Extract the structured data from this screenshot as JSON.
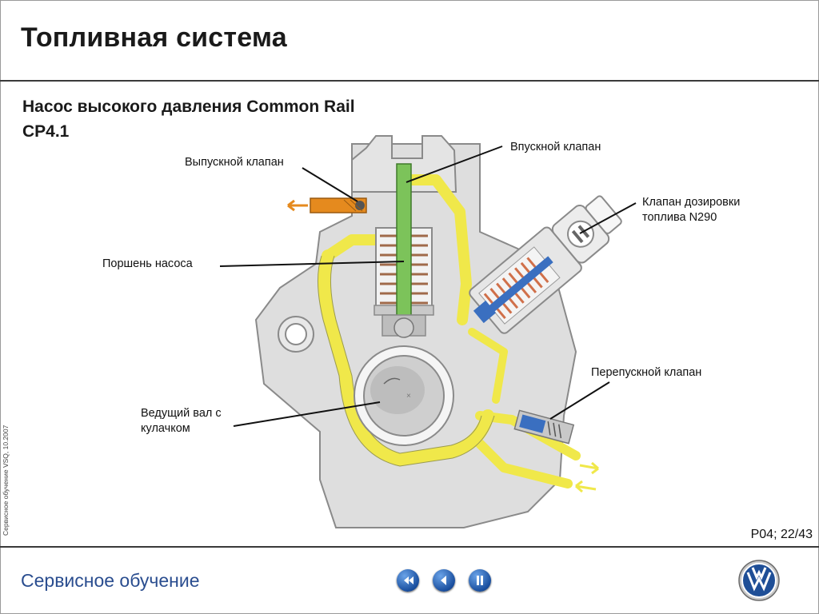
{
  "header": {
    "title": "Топливная система"
  },
  "subtitle": {
    "line1": "Насос высокого давления Common Rail",
    "line2": "CP4.1"
  },
  "labels": {
    "outlet_valve": "Выпускной клапан",
    "inlet_valve": "Впускной клапан",
    "metering_valve_line1": "Клапан дозировки",
    "metering_valve_line2": "топлива N290",
    "piston": "Поршень насоса",
    "bypass_valve": "Перепускной клапан",
    "drive_shaft_line1": "Ведущий вал с",
    "drive_shaft_line2": "кулачком"
  },
  "side_note": "Сервисное обучение VSQ, 10.2007",
  "page_number": "P04; 22/43",
  "footer": {
    "text": "Сервисное обучение"
  },
  "nav": {
    "buttons": [
      "rewind-icon",
      "back-icon",
      "pause-icon"
    ]
  },
  "colors": {
    "fuel": "#f0e84a",
    "housing": "#dedede",
    "outline": "#8a8a8a",
    "title_blue": "#2a4d8f",
    "outlet": "#e58a1e",
    "piston": "#7cc35a"
  }
}
